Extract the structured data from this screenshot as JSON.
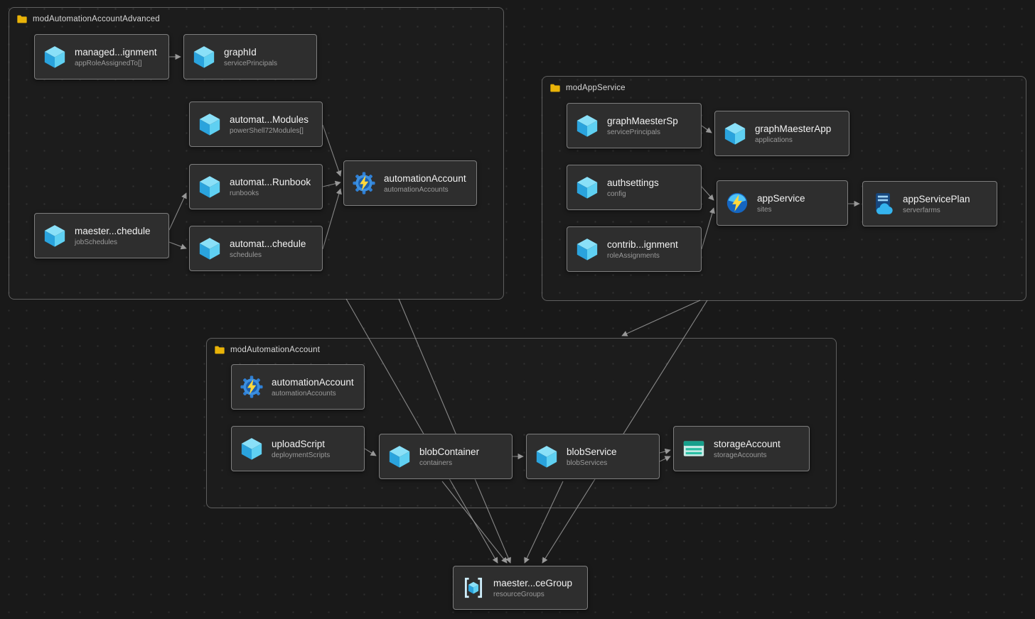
{
  "diagram": {
    "colors": {
      "canvas_bg": "#191919",
      "dot_grid": "#2e2e2e",
      "node_bg": "#2e2e2e",
      "node_border": "#7e7e7e",
      "group_border": "#5f5f5f",
      "accent_blue": "#4fc3f7",
      "folder_yellow": "#e9b308",
      "bolt_yellow": "#ffd83d",
      "storage_teal": "#17a08c",
      "edge_gray": "#a3a3a3"
    },
    "groups": {
      "advanced": {
        "label": "modAutomationAccountAdvanced",
        "icon": "folder-icon"
      },
      "appservice": {
        "label": "modAppService",
        "icon": "folder-icon"
      },
      "automation": {
        "label": "modAutomationAccount",
        "icon": "folder-icon"
      }
    },
    "nodes": {
      "managedAssignment": {
        "title": "managed...ignment",
        "subtitle": "appRoleAssignedTo[]",
        "icon": "bicep-module-cube-icon"
      },
      "graphId": {
        "title": "graphId",
        "subtitle": "servicePrincipals",
        "icon": "bicep-module-cube-icon"
      },
      "automationModules": {
        "title": "automat...Modules",
        "subtitle": "powerShell72Modules[]",
        "icon": "bicep-module-cube-icon"
      },
      "automationRunbook": {
        "title": "automat...Runbook",
        "subtitle": "runbooks",
        "icon": "bicep-module-cube-icon"
      },
      "automationAccountAdv": {
        "title": "automationAccount",
        "subtitle": "automationAccounts",
        "icon": "automation-account-icon"
      },
      "maesterJobSchedule": {
        "title": "maester...chedule",
        "subtitle": "jobSchedules",
        "icon": "bicep-module-cube-icon"
      },
      "automationSchedule": {
        "title": "automat...chedule",
        "subtitle": "schedules",
        "icon": "bicep-module-cube-icon"
      },
      "graphMaesterSp": {
        "title": "graphMaesterSp",
        "subtitle": "servicePrincipals",
        "icon": "bicep-module-cube-icon"
      },
      "graphMaesterApp": {
        "title": "graphMaesterApp",
        "subtitle": "applications",
        "icon": "bicep-module-cube-icon"
      },
      "authsettings": {
        "title": "authsettings",
        "subtitle": "config",
        "icon": "bicep-module-cube-icon"
      },
      "appService": {
        "title": "appService",
        "subtitle": "sites",
        "icon": "app-service-icon"
      },
      "appServicePlan": {
        "title": "appServicePlan",
        "subtitle": "serverfarms",
        "icon": "app-service-plan-icon"
      },
      "contribAssignment": {
        "title": "contrib...ignment",
        "subtitle": "roleAssignments",
        "icon": "bicep-module-cube-icon"
      },
      "automationAccount": {
        "title": "automationAccount",
        "subtitle": "automationAccounts",
        "icon": "automation-account-icon"
      },
      "uploadScript": {
        "title": "uploadScript",
        "subtitle": "deploymentScripts",
        "icon": "bicep-module-cube-icon"
      },
      "blobContainer": {
        "title": "blobContainer",
        "subtitle": "containers",
        "icon": "bicep-module-cube-icon"
      },
      "blobService": {
        "title": "blobService",
        "subtitle": "blobServices",
        "icon": "bicep-module-cube-icon"
      },
      "storageAccount": {
        "title": "storageAccount",
        "subtitle": "storageAccounts",
        "icon": "storage-account-icon"
      },
      "maesterResourceGroup": {
        "title": "maester...ceGroup",
        "subtitle": "resourceGroups",
        "icon": "resource-group-icon"
      }
    },
    "edges": [
      {
        "from": "managedAssignment",
        "to": "graphId"
      },
      {
        "from": "automationModules",
        "to": "automationAccountAdv"
      },
      {
        "from": "automationRunbook",
        "to": "automationAccountAdv"
      },
      {
        "from": "automationSchedule",
        "to": "automationAccountAdv"
      },
      {
        "from": "maesterJobSchedule",
        "to": "automationRunbook"
      },
      {
        "from": "maesterJobSchedule",
        "to": "automationSchedule"
      },
      {
        "from": "graphMaesterSp",
        "to": "graphMaesterApp"
      },
      {
        "from": "authsettings",
        "to": "appService"
      },
      {
        "from": "contribAssignment",
        "to": "appService"
      },
      {
        "from": "appService",
        "to": "appServicePlan"
      },
      {
        "from": "uploadScript",
        "to": "blobContainer"
      },
      {
        "from": "blobContainer",
        "to": "blobService"
      },
      {
        "from": "blobService",
        "to": "storageAccount"
      },
      {
        "from": "blobService",
        "to": "storageAccount"
      },
      {
        "from": "modAutomationAccountAdvanced",
        "to": "maesterResourceGroup"
      },
      {
        "from": "modAutomationAccountAdvanced",
        "to": "maesterResourceGroup"
      },
      {
        "from": "modAppService",
        "to": "modAutomationAccount"
      },
      {
        "from": "modAppService",
        "to": "maesterResourceGroup"
      },
      {
        "from": "blobContainer",
        "to": "maesterResourceGroup"
      },
      {
        "from": "blobService",
        "to": "maesterResourceGroup"
      }
    ]
  }
}
